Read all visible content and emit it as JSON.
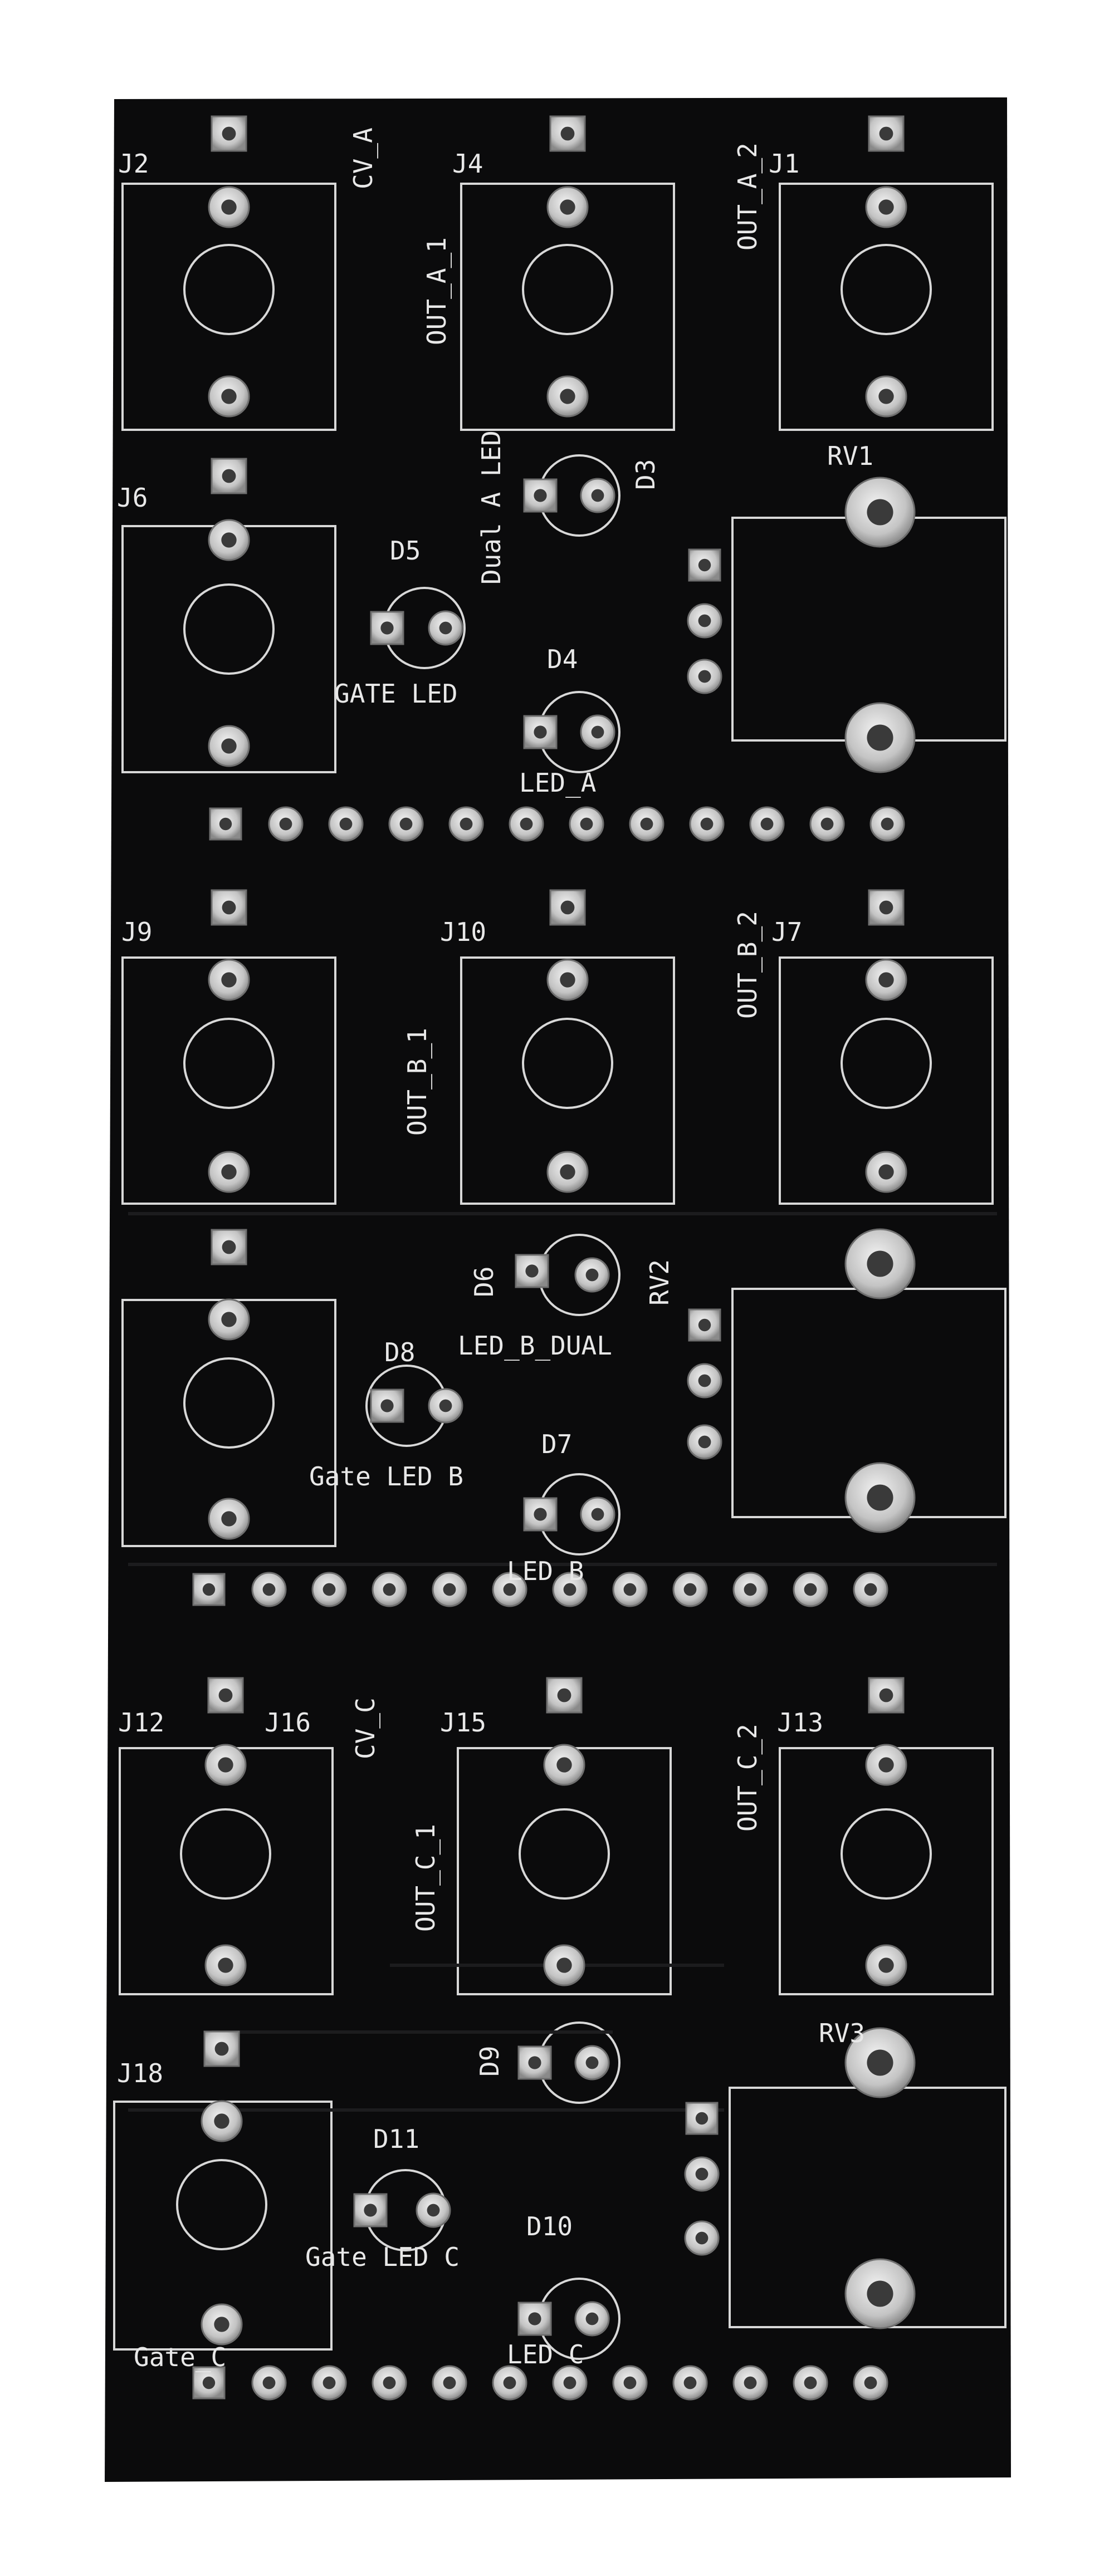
{
  "colors": {
    "board": "#0b0b0c",
    "silkscreen": "#e8e8e8",
    "pad_metal": "#cfcfcf",
    "pad_shadow": "#6e6e6e",
    "pad_hole": "#3a3a3a",
    "background": "#ffffff"
  },
  "labels": {
    "j2": "J2",
    "cv_a": "CV_A",
    "j4": "J4",
    "out_a_1": "OUT_A_1",
    "j1": "J1",
    "out_a_2": "OUT_A_2",
    "dual_a_led": "Dual A LED",
    "d3": "D3",
    "rv1": "RV1",
    "j6": "J6",
    "d5": "D5",
    "gate_led": "GATE LED",
    "d4": "D4",
    "led_a": "LED_A",
    "j9": "J9",
    "j10": "J10",
    "out_b_1": "OUT_B_1",
    "out_b_2": "OUT_B_2",
    "j7": "J7",
    "d6": "D6",
    "rv2": "RV2",
    "led_b_dual": "LED_B_DUAL",
    "d8": "D8",
    "gate_led_b": "Gate LED B",
    "d7": "D7",
    "led_b": "LED B",
    "j12": "J12",
    "j16": "J16",
    "cv_c": "CV_C",
    "j15": "J15",
    "out_c_1": "OUT_C_1",
    "out_c_2": "OUT_C_2",
    "j13": "J13",
    "d9": "D9",
    "rv3": "RV3",
    "j18": "J18",
    "d11": "D11",
    "gate_led_c": "Gate LED C",
    "d10": "D10",
    "led_c": "LED C",
    "gate_c": "Gate_C"
  },
  "icons": {
    "jack": "jack-footprint-icon",
    "led": "led-footprint-icon",
    "pot": "potentiometer-footprint-icon",
    "header": "pin-header-icon"
  }
}
